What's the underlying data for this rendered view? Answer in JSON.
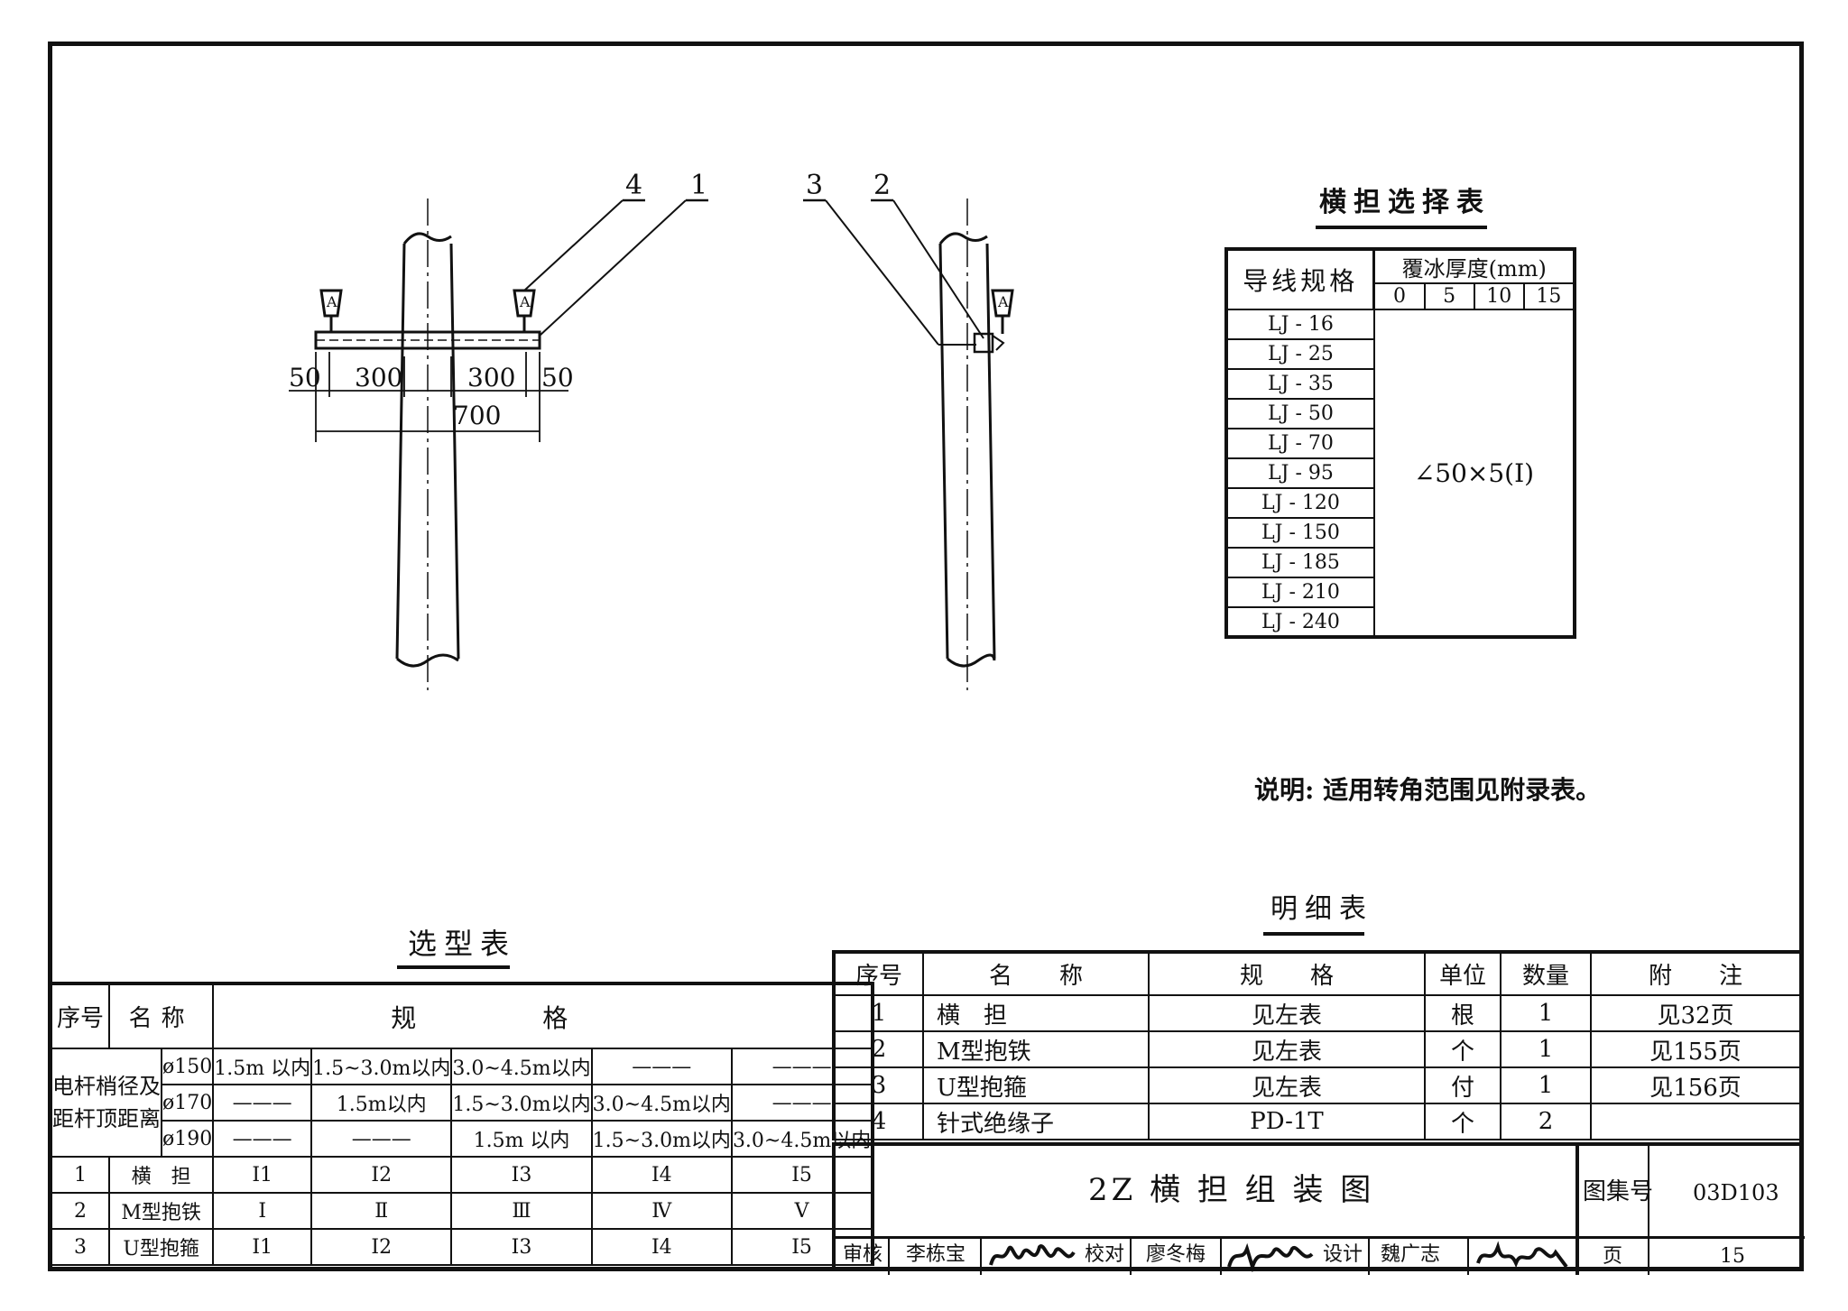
{
  "drawing": {
    "callouts": [
      "4",
      "1",
      "3",
      "2"
    ],
    "dimensions": {
      "d50_left": "50",
      "d300_left": "300",
      "d300_right": "300",
      "d50_right": "50",
      "d700": "700"
    }
  },
  "crossarm_table": {
    "title": "横担选择表",
    "header_spec": "导线规格",
    "header_ice": "覆冰厚度(mm)",
    "ice_values": [
      "0",
      "5",
      "10",
      "15"
    ],
    "rows": [
      "LJ - 16",
      "LJ - 25",
      "LJ - 35",
      "LJ - 50",
      "LJ - 70",
      "LJ - 95",
      "LJ - 120",
      "LJ - 150",
      "LJ - 185",
      "LJ - 210",
      "LJ - 240"
    ],
    "value": "∠50×5(Ⅰ)"
  },
  "note": "说明: 适用转角范围见附录表。",
  "selection_table": {
    "title": "选型表",
    "h_no": "序号",
    "h_name": "名称",
    "h_spec": "规格",
    "pole_label_1": "电杆梢径及",
    "pole_label_2": "距杆顶距离",
    "pole_rows": [
      {
        "d": "ø150",
        "c": [
          "1.5m 以内",
          "1.5~3.0m以内",
          "3.0~4.5m以内",
          "———",
          "———"
        ]
      },
      {
        "d": "ø170",
        "c": [
          "———",
          "1.5m以内",
          "1.5~3.0m以内",
          "3.0~4.5m以内",
          "———"
        ]
      },
      {
        "d": "ø190",
        "c": [
          "———",
          "———",
          "1.5m 以内",
          "1.5~3.0m以内",
          "3.0~4.5m以内"
        ]
      }
    ],
    "items": [
      {
        "no": "1",
        "name": "横　担",
        "c": [
          "Ⅰ1",
          "Ⅰ2",
          "Ⅰ3",
          "Ⅰ4",
          "Ⅰ5"
        ]
      },
      {
        "no": "2",
        "name": "M型抱铁",
        "c": [
          "Ⅰ",
          "Ⅱ",
          "Ⅲ",
          "Ⅳ",
          "Ⅴ"
        ]
      },
      {
        "no": "3",
        "name": "U型抱箍",
        "c": [
          "Ⅰ1",
          "Ⅰ2",
          "Ⅰ3",
          "Ⅰ4",
          "Ⅰ5"
        ]
      }
    ]
  },
  "detail_table": {
    "title": "明细表",
    "headers": [
      "序号",
      "名　　称",
      "规　　格",
      "单位",
      "数量",
      "附　　注"
    ],
    "rows": [
      [
        "1",
        "横　担",
        "见左表",
        "根",
        "1",
        "见32页"
      ],
      [
        "2",
        "M型抱铁",
        "见左表",
        "个",
        "1",
        "见155页"
      ],
      [
        "3",
        "U型抱箍",
        "见左表",
        "付",
        "1",
        "见156页"
      ],
      [
        "4",
        "针式绝缘子",
        "PD-1T",
        "个",
        "2",
        ""
      ]
    ]
  },
  "title_block": {
    "drawing_title": "2Z 横 担 组 装 图",
    "atlas_label": "图集号",
    "atlas_no": "03D103",
    "review_label": "审核",
    "reviewer": "李栋宝",
    "check_label": "校对",
    "checker": "廖冬梅",
    "design_label": "设计",
    "designer": "魏广志",
    "page_label": "页",
    "page_no": "15"
  }
}
